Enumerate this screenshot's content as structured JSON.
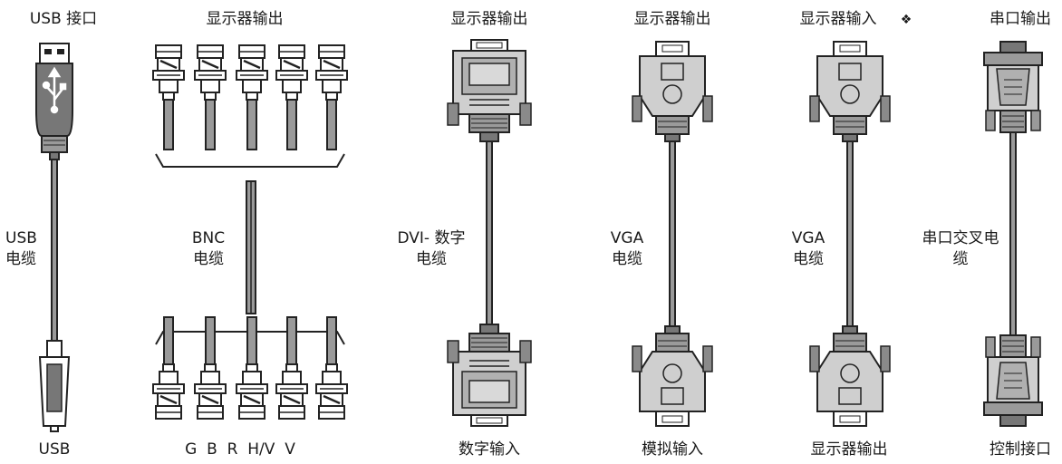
{
  "columns": [
    {
      "id": "usb",
      "top": "USB 接口",
      "cable": [
        "USB",
        "电缆"
      ],
      "bottom": "USB"
    },
    {
      "id": "bnc",
      "top": "显示器输出",
      "cable": [
        "BNC",
        "电缆"
      ],
      "bottom": "G  B  R  H/V  V"
    },
    {
      "id": "dvi",
      "top": "显示器输出",
      "cable": [
        "DVI- 数字",
        "电缆"
      ],
      "bottom": "数字输入"
    },
    {
      "id": "vga1",
      "top": "显示器输出",
      "cable": [
        "VGA",
        "电缆"
      ],
      "bottom": "模拟输入"
    },
    {
      "id": "vga2",
      "top": "显示器输入",
      "top_marker": "❖",
      "cable": [
        "VGA",
        "电缆"
      ],
      "bottom": "显示器输出"
    },
    {
      "id": "serial",
      "top": "串口输出",
      "cable": [
        "串口交叉电",
        "缆"
      ],
      "bottom": "控制接口"
    }
  ]
}
